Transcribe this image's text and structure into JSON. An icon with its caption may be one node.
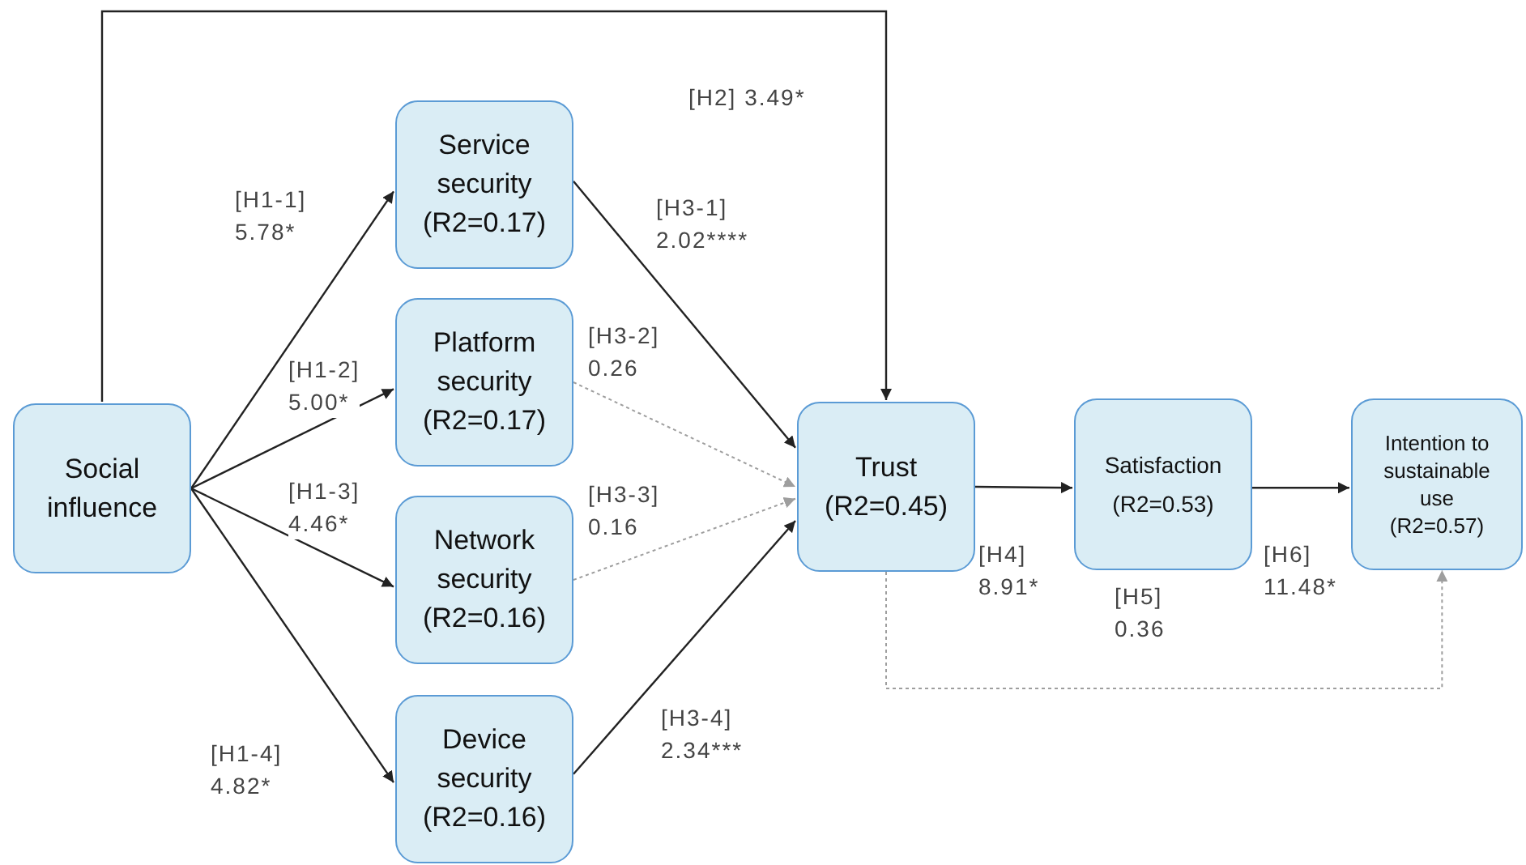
{
  "diagram": {
    "nodes": [
      {
        "text": [
          "Social influence"
        ]
      },
      {
        "text": [
          "Service security",
          "(R2=0.17)"
        ]
      },
      {
        "text": [
          "Platform security",
          "(R2=0.17)"
        ]
      },
      {
        "text": [
          "Network security",
          "(R2=0.16)"
        ]
      },
      {
        "text": [
          "Device security",
          "(R2=0.16)"
        ]
      },
      {
        "text": [
          "Trust",
          "(R2=0.45)"
        ]
      },
      {
        "text": [
          "Satisfaction",
          "(R2=0.53)"
        ]
      },
      {
        "text": [
          "Intention to sustainable use",
          "(R2=0.57)"
        ]
      }
    ],
    "edges": [
      {
        "from": 0,
        "to": 1,
        "arrow": "to",
        "label": "[H1-1] 5.78*"
      },
      {
        "from": 0,
        "to": 2,
        "arrow": "to",
        "label": "[H1-2] 5.00*"
      },
      {
        "from": 0,
        "to": 3,
        "arrow": "to",
        "label": "[H1-3] 4.46*"
      },
      {
        "from": 0,
        "to": 4,
        "arrow": "to",
        "label": "[H1-4] 4.82*"
      },
      {
        "from": 0,
        "to": 5,
        "arrow": "to",
        "label": "[H2] 3.49*"
      },
      {
        "from": 1,
        "to": 5,
        "arrow": "to",
        "label": "[H3-1] 2.02****"
      },
      {
        "from": 2,
        "to": 5,
        "arrow": "to",
        "label": "[H3-2] 0.26",
        "style": "dashed",
        "color": "#9e9e9e"
      },
      {
        "from": 3,
        "to": 5,
        "arrow": "to",
        "label": "[H3-3] 0.16",
        "style": "dashed",
        "color": "#9e9e9e"
      },
      {
        "from": 4,
        "to": 5,
        "arrow": "to",
        "label": "[H3-4] 2.34***"
      },
      {
        "from": 5,
        "to": 6,
        "arrow": "to",
        "label": "[H4] 8.91*"
      },
      {
        "from": 6,
        "to": 7,
        "arrow": "to",
        "label": "[H6] 11.48*"
      },
      {
        "from": 5,
        "to": 7,
        "arrow": "to",
        "label": "[H5] 0.36",
        "style": "dashed",
        "color": "#9e9e9e"
      }
    ]
  }
}
